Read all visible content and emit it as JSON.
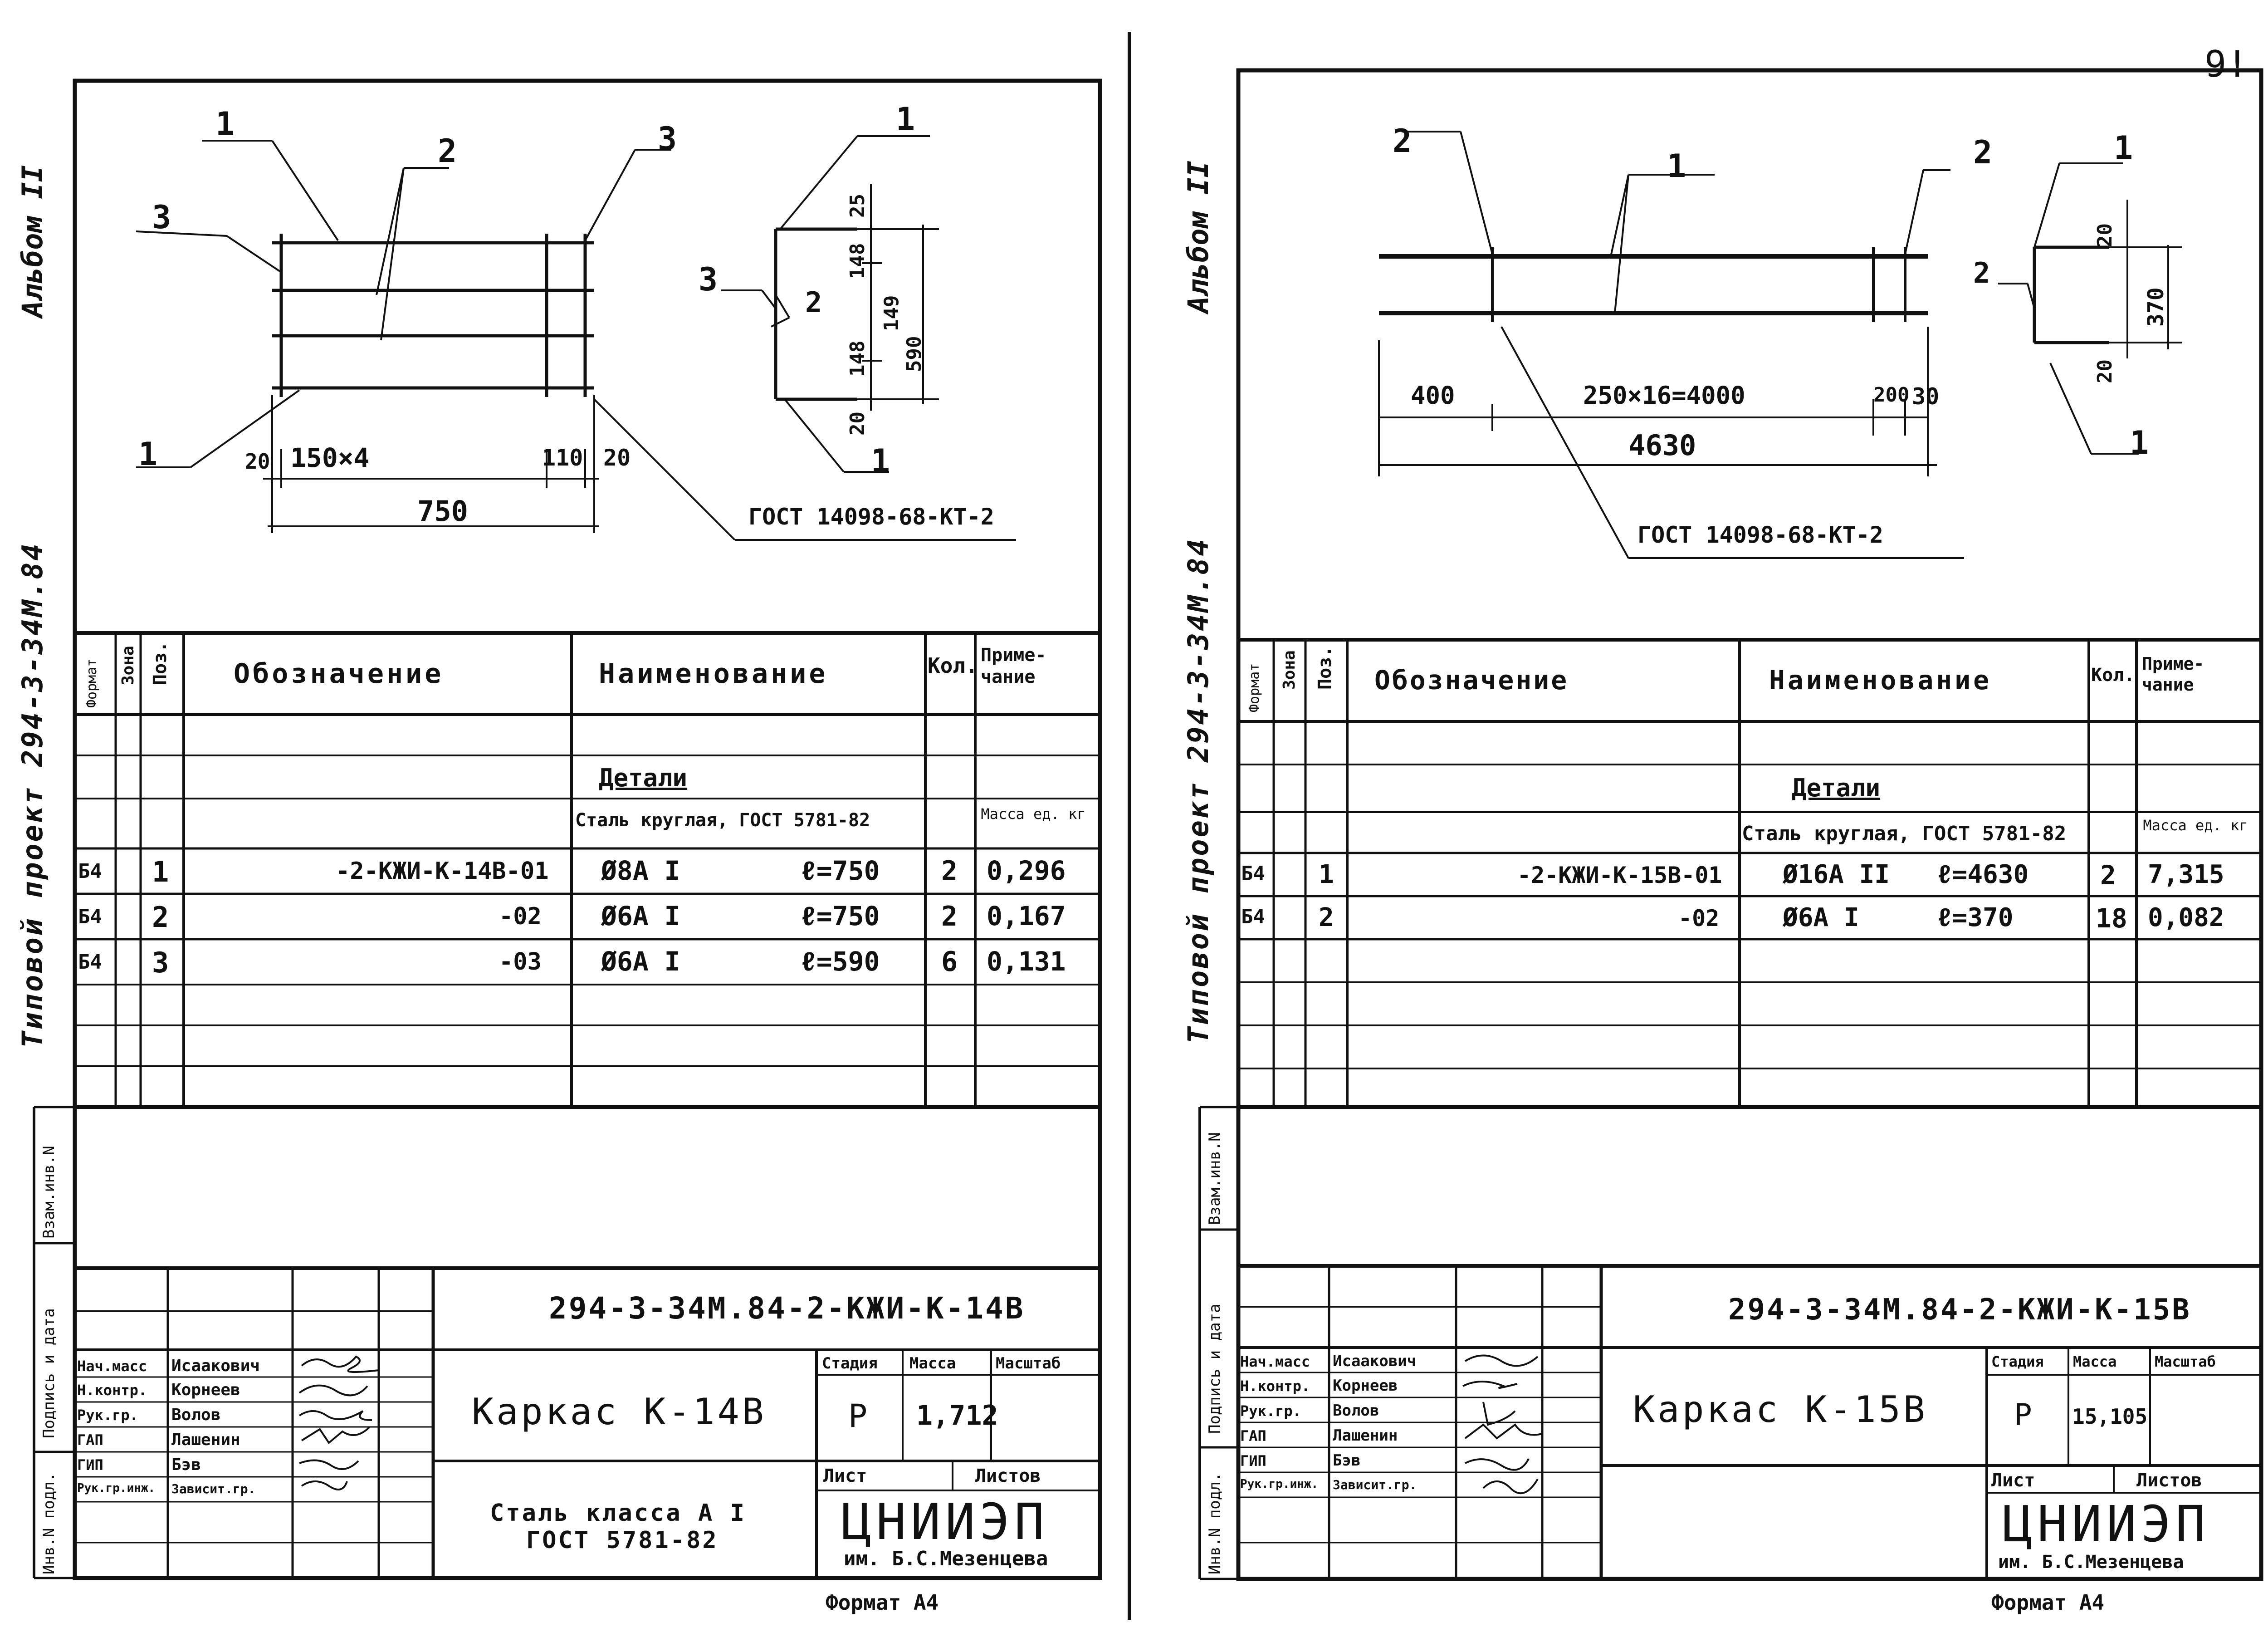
{
  "page_number": "9!",
  "left": {
    "album": "Альбом  II",
    "project": "Типовой  проект  294-3-34М.84",
    "sketch": {
      "callout_1a": "1",
      "callout_2": "2",
      "callout_3a": "3",
      "callout_3b": "3",
      "callout_1b": "1",
      "dim_20a": "20",
      "dim_150x4": "150×4",
      "dim_110": "110",
      "dim_20b": "20",
      "dim_750": "750",
      "gost": "ГОСТ 14098-68-КТ-2",
      "sec_callout_1": "1",
      "sec_callout_3": "3",
      "sec_callout_2": "2",
      "sec_callout_1b": "1",
      "sec_25": "25",
      "sec_148a": "148",
      "sec_149": "149",
      "sec_590": "590",
      "sec_148b": "148",
      "sec_20": "20"
    },
    "spec": {
      "headers": {
        "format": "Формат",
        "zone": "Зона",
        "pos": "Поз.",
        "designation": "Обозначение",
        "name": "Наименование",
        "qty": "Кол.",
        "note": "Приме-чание"
      },
      "section": "Детали",
      "material": "Сталь круглая, ГОСТ 5781-82",
      "mass_unit": "Масса ед. кг",
      "rows": [
        {
          "f": "Б4",
          "pos": "1",
          "designation": "-2-КЖИ-К-14В-01",
          "name": "Ø8А I",
          "len": "ℓ=750",
          "qty": "2",
          "note": "0,296"
        },
        {
          "f": "Б4",
          "pos": "2",
          "designation": "-02",
          "name": "Ø6А I",
          "len": "ℓ=750",
          "qty": "2",
          "note": "0,167"
        },
        {
          "f": "Б4",
          "pos": "3",
          "designation": "-03",
          "name": "Ø6А I",
          "len": "ℓ=590",
          "qty": "6",
          "note": "0,131"
        }
      ]
    },
    "side_labels": {
      "inv": "Инв.N подл.",
      "sign": "Подпись и дата",
      "replaced": "Взам.инв.N"
    },
    "title_block": {
      "code": "294-3-34М.84-2-КЖИ-К-14В",
      "people": [
        {
          "role": "Нач.масс",
          "name": "Исаакович"
        },
        {
          "role": "Н.контр.",
          "name": "Корнеев"
        },
        {
          "role": "Рук.гр.",
          "name": "Волов"
        },
        {
          "role": "ГАП",
          "name": "Лашенин"
        },
        {
          "role": "ГИП",
          "name": "Бэв"
        },
        {
          "role": "Рук.гр.инж.",
          "name": "Зависит.гр."
        }
      ],
      "title": "Каркас К-14В",
      "stage_label": "Стадия",
      "mass_label": "Масса",
      "scale_label": "Масштаб",
      "stage": "Р",
      "mass": "1,712",
      "sheet_label": "Лист",
      "sheets_label": "Листов",
      "material1": "Сталь класса А I",
      "material2": "ГОСТ 5781-82",
      "org": "ЦНИИЭП",
      "org_sub": "им. Б.С.Мезенцева",
      "format": "Формат А4"
    }
  },
  "right": {
    "album": "Альбом  II",
    "project": "Типовой  проект  294-3-34М.84",
    "sketch": {
      "callout_2a": "2",
      "callout_1": "1",
      "callout_2b": "2",
      "dim_400": "400",
      "dim_250x16": "250×16=4000",
      "dim_200": "200",
      "dim_30": "30",
      "dim_4630": "4630",
      "gost": "ГОСТ 14098-68-КТ-2",
      "sec_callout_2": "2",
      "sec_callout_1": "1",
      "sec_callout_2b": "2",
      "sec_callout_1b": "1",
      "sec_20a": "20",
      "sec_370": "370",
      "sec_20b": "20"
    },
    "spec": {
      "headers": {
        "format": "Формат",
        "zone": "Зона",
        "pos": "Поз.",
        "designation": "Обозначение",
        "name": "Наименование",
        "qty": "Кол.",
        "note": "Приме-чание"
      },
      "section": "Детали",
      "material": "Сталь круглая, ГОСТ 5781-82",
      "mass_unit": "Масса ед. кг",
      "rows": [
        {
          "f": "Б4",
          "pos": "1",
          "designation": "-2-КЖИ-К-15В-01",
          "name": "Ø16А II",
          "len": "ℓ=4630",
          "qty": "2",
          "note": "7,315"
        },
        {
          "f": "Б4",
          "pos": "2",
          "designation": "-02",
          "name": "Ø6А I",
          "len": "ℓ=370",
          "qty": "18",
          "note": "0,082"
        }
      ]
    },
    "side_labels": {
      "inv": "Инв.N подл.",
      "sign": "Подпись и дата",
      "replaced": "Взам.инв.N"
    },
    "title_block": {
      "code": "294-3-34М.84-2-КЖИ-К-15В",
      "people": [
        {
          "role": "Нач.масс",
          "name": "Исаакович"
        },
        {
          "role": "Н.контр.",
          "name": "Корнеев"
        },
        {
          "role": "Рук.гр.",
          "name": "Волов"
        },
        {
          "role": "ГАП",
          "name": "Лашенин"
        },
        {
          "role": "ГИП",
          "name": "Бэв"
        },
        {
          "role": "Рук.гр.инж.",
          "name": "Зависит.гр."
        }
      ],
      "title": "Каркас К-15В",
      "stage_label": "Стадия",
      "mass_label": "Масса",
      "scale_label": "Масштаб",
      "stage": "Р",
      "mass": "15,105",
      "sheet_label": "Лист",
      "sheets_label": "Листов",
      "org": "ЦНИИЭП",
      "org_sub": "им. Б.С.Мезенцева",
      "format": "Формат А4"
    }
  }
}
